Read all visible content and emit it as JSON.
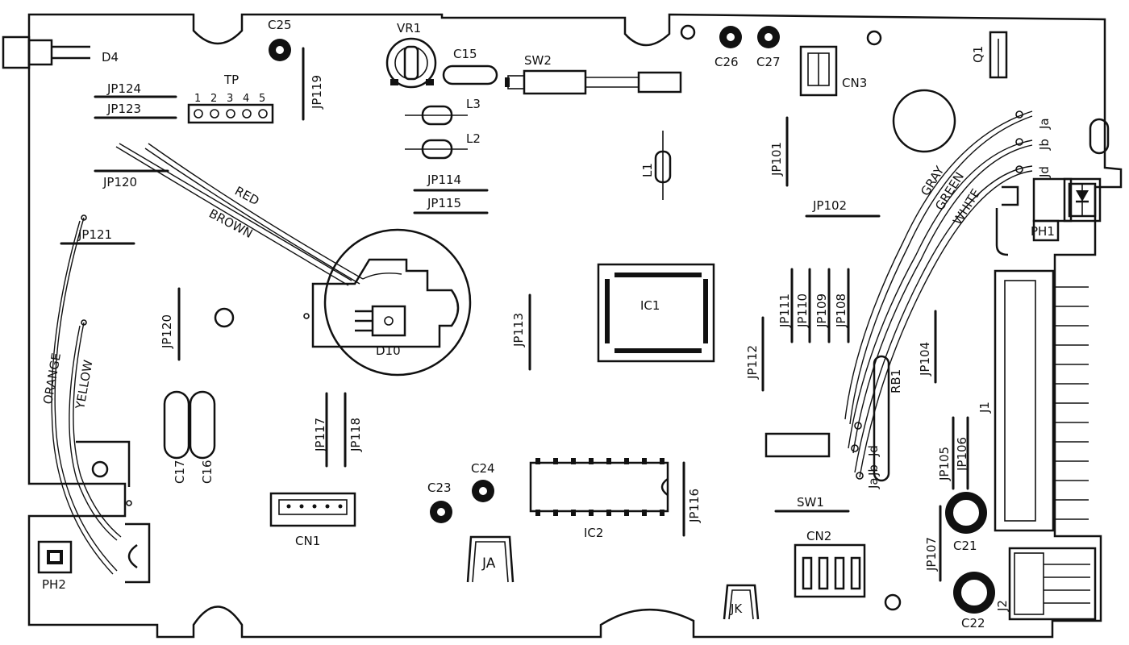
{
  "components": {
    "d4": "D4",
    "c25": "C25",
    "vr1": "VR1",
    "c15": "C15",
    "sw2": "SW2",
    "c26": "C26",
    "c27": "C27",
    "cn3": "CN3",
    "q1": "Q1",
    "tp": "TP",
    "tp_pins": [
      "1",
      "2",
      "3",
      "4",
      "5"
    ],
    "jp124": "JP124",
    "jp123": "JP123",
    "jp119": "JP119",
    "l3": "L3",
    "l2": "L2",
    "l1": "L1",
    "jp120_top": "JP120",
    "jp120_left": "JP120",
    "jp121": "JP121",
    "jp114": "JP114",
    "jp115": "JP115",
    "jp101": "JP101",
    "jp102": "JP102",
    "jp113": "JP113",
    "jp111": "JP111",
    "jp110": "JP110",
    "jp109": "JP109",
    "jp108": "JP108",
    "jp112": "JP112",
    "jp104": "JP104",
    "rb1": "RB1",
    "j1": "J1",
    "ic1": "IC1",
    "d10": "D10",
    "ph1": "PH1",
    "ph2": "PH2",
    "c17": "C17",
    "c16": "C16",
    "jp117": "JP117",
    "jp118": "JP118",
    "cn1": "CN1",
    "c23": "C23",
    "c24": "C24",
    "ic2": "IC2",
    "jp116": "JP116",
    "ja": "JA",
    "jk": "JK",
    "sw1": "SW1",
    "cn2": "CN2",
    "jp105": "JP105",
    "jp106": "JP106",
    "jp107": "JP107",
    "c21": "C21",
    "c22": "C22",
    "j2": "J2",
    "ja_top": "Ja",
    "jb_top": "Jb",
    "jd_top": "Jd",
    "ja_bot": "Ja",
    "jb_bot": "Jb",
    "jd_bot": "Jd"
  },
  "wires": {
    "red": "RED",
    "brown": "BROWN",
    "orange": "ORANGE",
    "yellow": "YELLOW",
    "gray": "GRAY",
    "green": "GREEN",
    "white": "WHITE"
  }
}
